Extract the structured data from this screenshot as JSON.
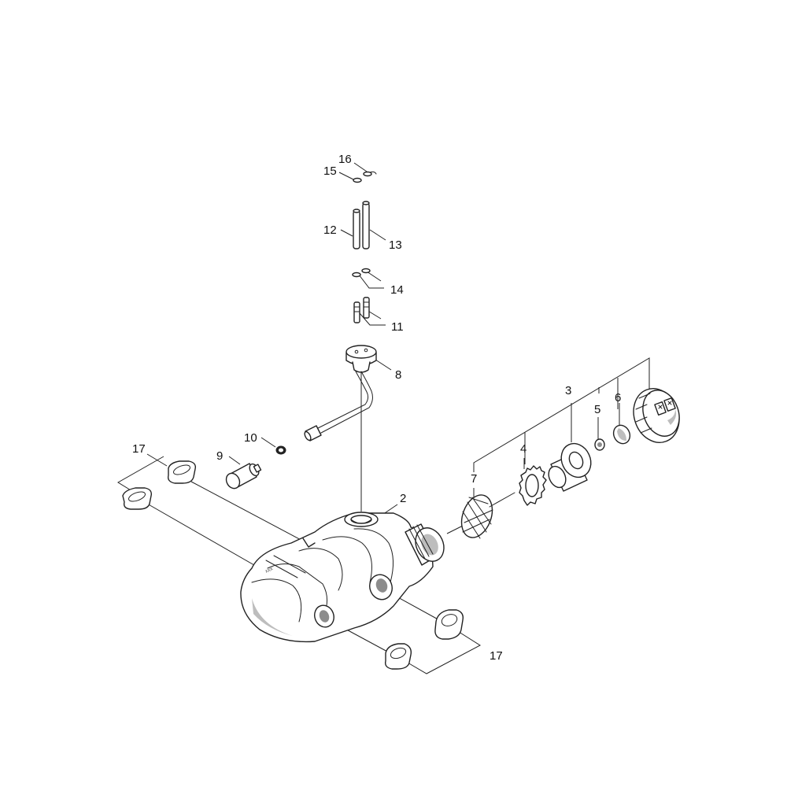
{
  "callouts": [
    {
      "id": "16",
      "label": "16"
    },
    {
      "id": "15",
      "label": "15"
    },
    {
      "id": "12",
      "label": "12"
    },
    {
      "id": "13",
      "label": "13"
    },
    {
      "id": "14",
      "label": "14"
    },
    {
      "id": "11",
      "label": "11"
    },
    {
      "id": "8",
      "label": "8"
    },
    {
      "id": "10",
      "label": "10"
    },
    {
      "id": "9",
      "label": "9"
    },
    {
      "id": "17a",
      "label": "17"
    },
    {
      "id": "2",
      "label": "2"
    },
    {
      "id": "3",
      "label": "3"
    },
    {
      "id": "6",
      "label": "6"
    },
    {
      "id": "5",
      "label": "5"
    },
    {
      "id": "4",
      "label": "4"
    },
    {
      "id": "7",
      "label": "7"
    },
    {
      "id": "17b",
      "label": "17"
    }
  ]
}
